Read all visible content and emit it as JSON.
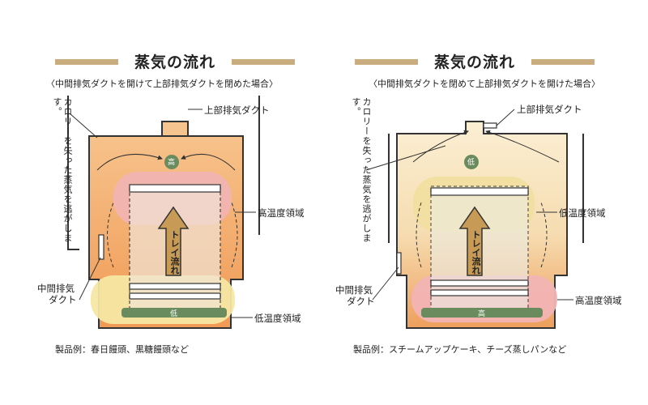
{
  "left": {
    "title": "蒸気の流れ",
    "subtitle": "〈中間排気ダクトを開けて上部排気ダクトを閉めた場合〉",
    "side_note": "カロリーを失った蒸気を逃がします。",
    "labels": {
      "top_duct": "上部排気ダクト",
      "mid_duct_line1": "中間排気",
      "mid_duct_line2": "ダクト",
      "high_zone": "高温度領域",
      "low_zone": "低温度領域",
      "tray_flow": "トレイ流れ",
      "top_badge": "高",
      "bottom_badge": "低"
    },
    "example": "製品例：春日饅頭、黒糖饅頭など",
    "colors": {
      "body": "#f2a868",
      "body_top": "#f6c48e",
      "high": "#f2b4b4",
      "low": "#f6e7a3",
      "badge": "#6a8b5e"
    }
  },
  "right": {
    "title": "蒸気の流れ",
    "subtitle": "〈中間排気ダクトを閉めて上部排気ダクトを開けた場合〉",
    "side_note": "カロリーを失った蒸気を逃がします。",
    "labels": {
      "top_duct": "上部排気ダクト",
      "mid_duct_line1": "中間排気",
      "mid_duct_line2": "ダクト",
      "high_zone": "高温度領域",
      "low_zone": "低温度領域",
      "tray_flow": "トレイ流れ",
      "top_badge": "低",
      "bottom_badge": "高"
    },
    "example": "製品例：スチームアップケーキ、チーズ蒸しパンなど",
    "colors": {
      "body": "#f7e6bf",
      "body_bottom": "#f0a86a",
      "high": "#f2b4b4",
      "low": "#f1dfa1",
      "badge": "#6a8b5e"
    }
  }
}
